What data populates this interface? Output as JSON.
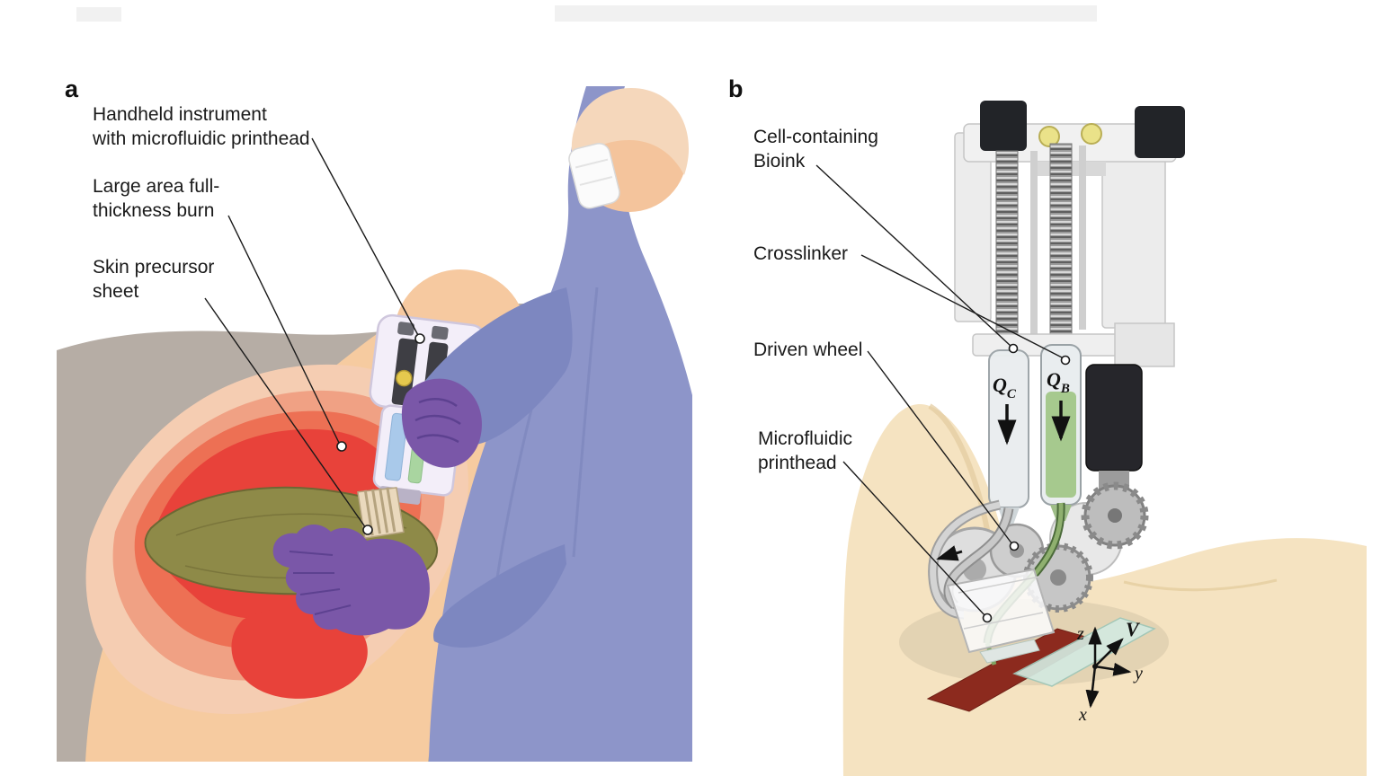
{
  "palette": {
    "burn_red": "#e8423a",
    "burn_salmon": "#ed7054",
    "burn_pale": "#f0a184",
    "skin_precursor_olive": "#8e8a48",
    "scrubs_blue": "#8d95c9",
    "glove_purple": "#7a57a8",
    "bioink_green": "#a6c98e",
    "wound_red": "#8c2a1e",
    "patient_skin": "#f6cba0",
    "table_gray": "#b6ada5"
  },
  "panel_a": {
    "panel_label": "a",
    "annotations": {
      "handheld": {
        "line1": "Handheld instrument",
        "line2": "with microfluidic printhead"
      },
      "burn": {
        "line1": "Large area full-",
        "line2": "thickness burn"
      },
      "sheet": {
        "line1": "Skin precursor",
        "line2": "sheet"
      }
    }
  },
  "panel_b": {
    "panel_label": "b",
    "annotations": {
      "bioink": {
        "line1": "Cell-containing",
        "line2": "Bioink"
      },
      "crosslinker": {
        "line1": "Crosslinker"
      },
      "driven_wheel": {
        "line1": "Driven wheel"
      },
      "printhead": {
        "line1": "Microfluidic",
        "line2": "printhead"
      }
    },
    "flow_labels": {
      "qc": {
        "symbol": "Q",
        "subscript": "C"
      },
      "qb": {
        "symbol": "Q",
        "subscript": "B"
      }
    },
    "axes": {
      "z": "z",
      "v": "V",
      "y": "y",
      "x": "x"
    }
  }
}
